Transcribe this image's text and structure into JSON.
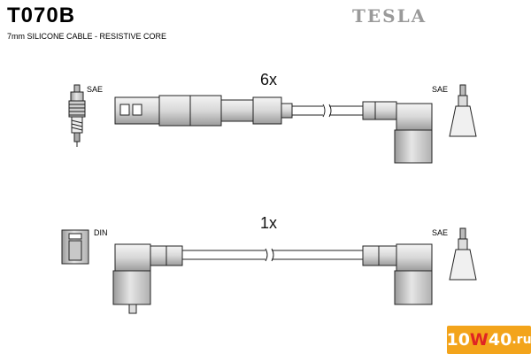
{
  "header": {
    "part_number": "T070B",
    "description": "7mm SILICONE CABLE - RESISTIVE CORE",
    "brand": "TESLA"
  },
  "sets": [
    {
      "quantity": "6x",
      "left_connector": "SAE",
      "right_connector": "SAE"
    },
    {
      "quantity": "1x",
      "left_connector": "DIN",
      "right_connector": "SAE"
    }
  ],
  "watermark": {
    "text_a": "10",
    "text_b": "W",
    "text_c": "40",
    "text_d": ".ru",
    "colors": {
      "background": "#f3a41b",
      "text": "#ffffff",
      "accent": "#e02424"
    }
  },
  "colors": {
    "part_fill": "#e8e8e8",
    "part_shade": "#bdbdbd",
    "line": "#222222",
    "brand": "#9a9a9a"
  }
}
